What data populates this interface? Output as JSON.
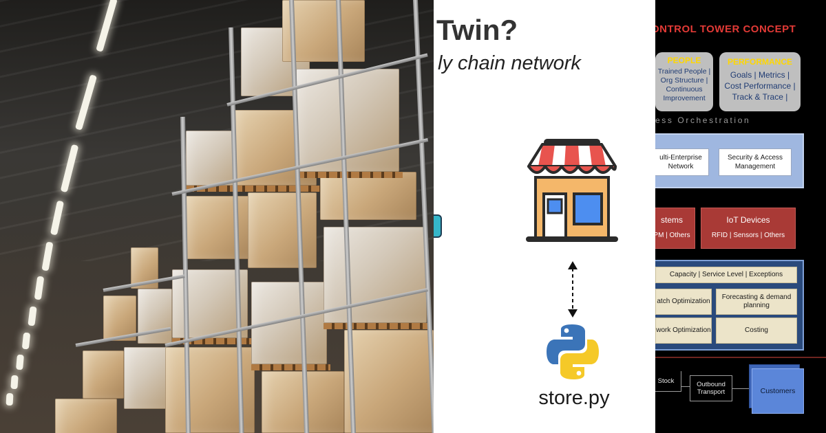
{
  "slide": {
    "title": "Twin?",
    "subtitle": "ly chain network",
    "store_label": "store.py"
  },
  "tower": {
    "title": "ONTROL TOWER CONCEPT",
    "people": {
      "head": "PEOPLE",
      "lines": [
        "Trained People |",
        "Org Structure |",
        "Continuous",
        "Improvement"
      ]
    },
    "performance": {
      "head": "PERFORMANCE",
      "lines": [
        "Goals | Metrics |",
        "Cost  Performance |",
        "Track & Trace |"
      ]
    },
    "orchestration": "ess Orchestration",
    "network": {
      "multi_enterprise": "ulti-Enterprise\nNetwork",
      "security": "Security & Access\nManagement"
    },
    "systems": {
      "left_head": "stems",
      "left_sub": "PM |  Others",
      "right_head": "IoT Devices",
      "right_sub": "RFID | Sensors |  Others"
    },
    "analytics": {
      "kpis": "Capacity |  Service Level |  Exceptions",
      "batch": "atch Optimization",
      "forecasting": "Forecasting & demand\nplanning",
      "network_opt": "work Optimization",
      "costing": "Costing"
    },
    "flow": {
      "stock": "Stock",
      "outbound": "Outbound\nTransport",
      "customers": "Customers"
    }
  },
  "colors": {
    "tower_title": "#e23a36",
    "people_head": "#ffd700",
    "platform_block": "#9fb7e0",
    "systems_red": "#a93a36",
    "analytics_block": "#2a4a7c",
    "tan_card": "#ece4c9",
    "customers": "#5b86d9"
  },
  "icons": {
    "store": "store-front-icon",
    "python": "python-logo-icon",
    "link": "double-arrow-icon"
  }
}
